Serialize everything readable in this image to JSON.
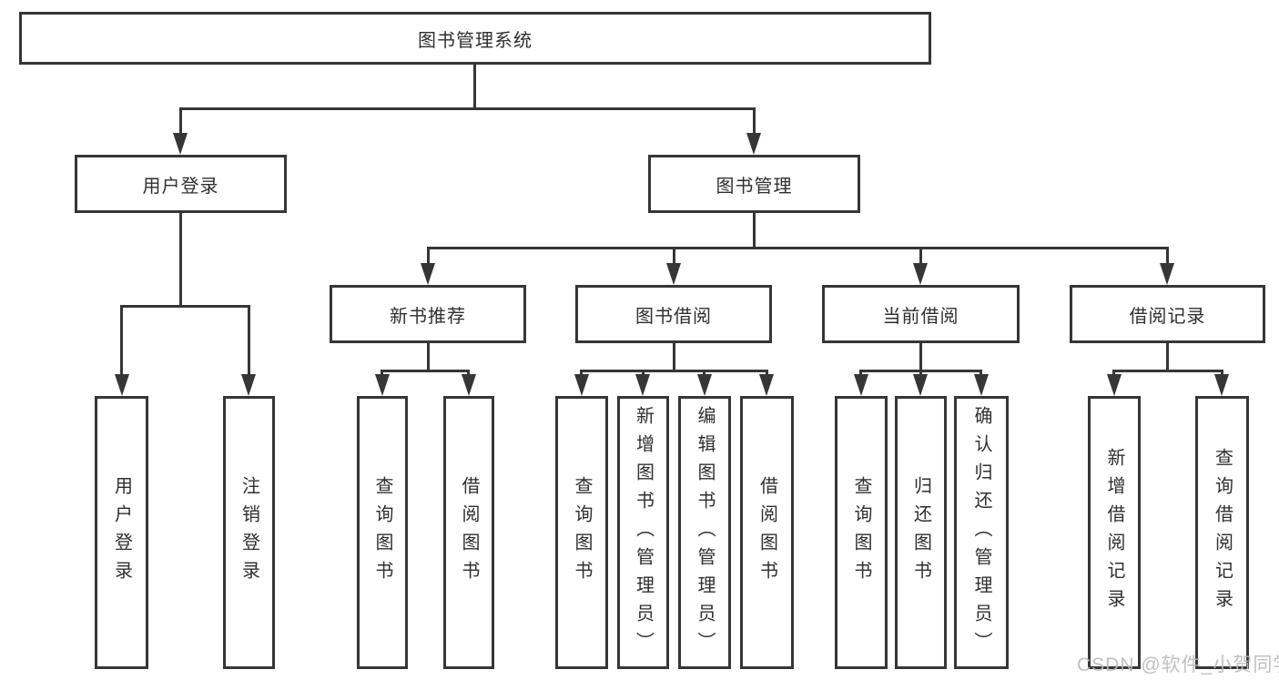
{
  "diagram": {
    "root": {
      "label": "图书管理系统"
    },
    "level2": [
      {
        "label": "用户登录"
      },
      {
        "label": "图书管理"
      }
    ],
    "level3": [
      {
        "label": "新书推荐"
      },
      {
        "label": "图书借阅"
      },
      {
        "label": "当前借阅"
      },
      {
        "label": "借阅记录"
      }
    ],
    "leaves": [
      {
        "label": "用户登录"
      },
      {
        "label": "注销登录"
      },
      {
        "label": "查询图书"
      },
      {
        "label": "借阅图书"
      },
      {
        "label": "查询图书"
      },
      {
        "label": "新增图书（管理员）"
      },
      {
        "label": "编辑图书（管理员）"
      },
      {
        "label": "借阅图书"
      },
      {
        "label": "查询图书"
      },
      {
        "label": "归还图书"
      },
      {
        "label": "确认归还（管理员）"
      },
      {
        "label": "新增借阅记录"
      },
      {
        "label": "查询借阅记录"
      }
    ]
  },
  "watermark": {
    "text": "CSDN @软件_小贺同学"
  },
  "colors": {
    "stroke": "#363636",
    "text": "#2f2f2f",
    "watermark": "#b9b9b9",
    "background": "#ffffff"
  }
}
